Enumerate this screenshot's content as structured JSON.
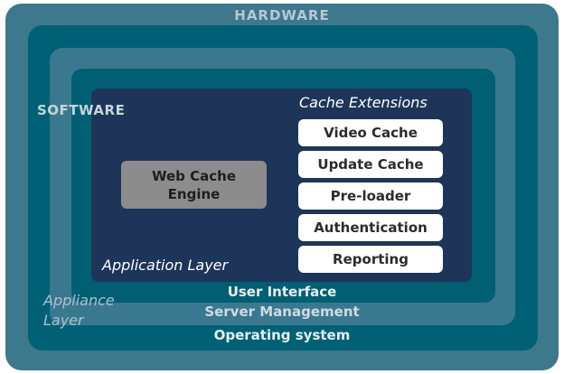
{
  "layers": {
    "hardware": "HARDWARE",
    "software": "SOFTWARE",
    "appliance_layer": "Appliance Layer",
    "application_layer": "Application Layer",
    "user_interface": "User Interface",
    "server_management": "Server Management",
    "operating_system": "Operating system"
  },
  "engine": {
    "label": "Web Cache\nEngine"
  },
  "cache_extensions": {
    "title": "Cache Extensions",
    "items": [
      "Video Cache",
      "Update Cache",
      "Pre-loader",
      "Authentication",
      "Reporting"
    ]
  },
  "colors": {
    "hardware": "#3d788d",
    "operating_system": "#006176",
    "appliance": "#3a7890",
    "user_interface": "#005f72",
    "application_layer": "#1e3559",
    "engine": "#8c8c8c",
    "extension": "#ffffff"
  }
}
